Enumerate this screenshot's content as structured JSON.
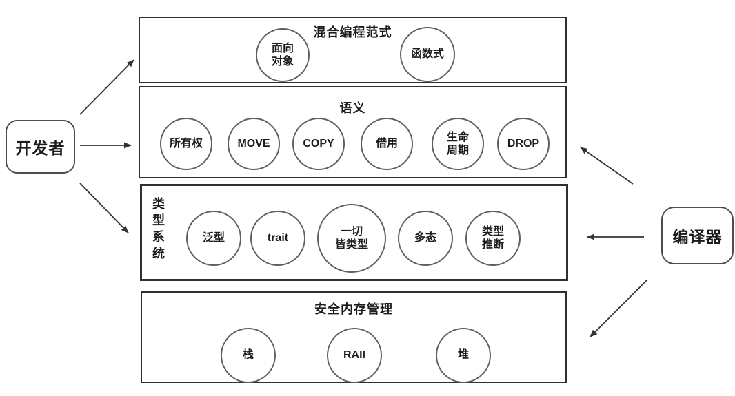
{
  "nodes": {
    "developer": {
      "label": "开发者"
    },
    "compiler": {
      "label": "编译器"
    }
  },
  "panels": [
    {
      "title": "混合编程范式",
      "circles": [
        {
          "label": "面向\n对象"
        },
        {
          "label": "函数式"
        }
      ]
    },
    {
      "title": "语义",
      "circles": [
        {
          "label": "所有权"
        },
        {
          "label": "MOVE"
        },
        {
          "label": "COPY"
        },
        {
          "label": "借用"
        },
        {
          "label": "生命\n周期"
        },
        {
          "label": "DROP"
        }
      ]
    },
    {
      "title": "类型系统",
      "circles": [
        {
          "label": "泛型"
        },
        {
          "label": "trait"
        },
        {
          "label": "一切\n皆类型"
        },
        {
          "label": "多态"
        },
        {
          "label": "类型\n推断"
        }
      ]
    },
    {
      "title": "安全内存管理",
      "circles": [
        {
          "label": "栈"
        },
        {
          "label": "RAII"
        },
        {
          "label": "堆"
        }
      ]
    }
  ],
  "colors": {
    "line": "#333333",
    "box_border": "#2f2f2f",
    "circle_border": "#606060",
    "background": "#ffffff",
    "text": "#1c1c1c"
  }
}
